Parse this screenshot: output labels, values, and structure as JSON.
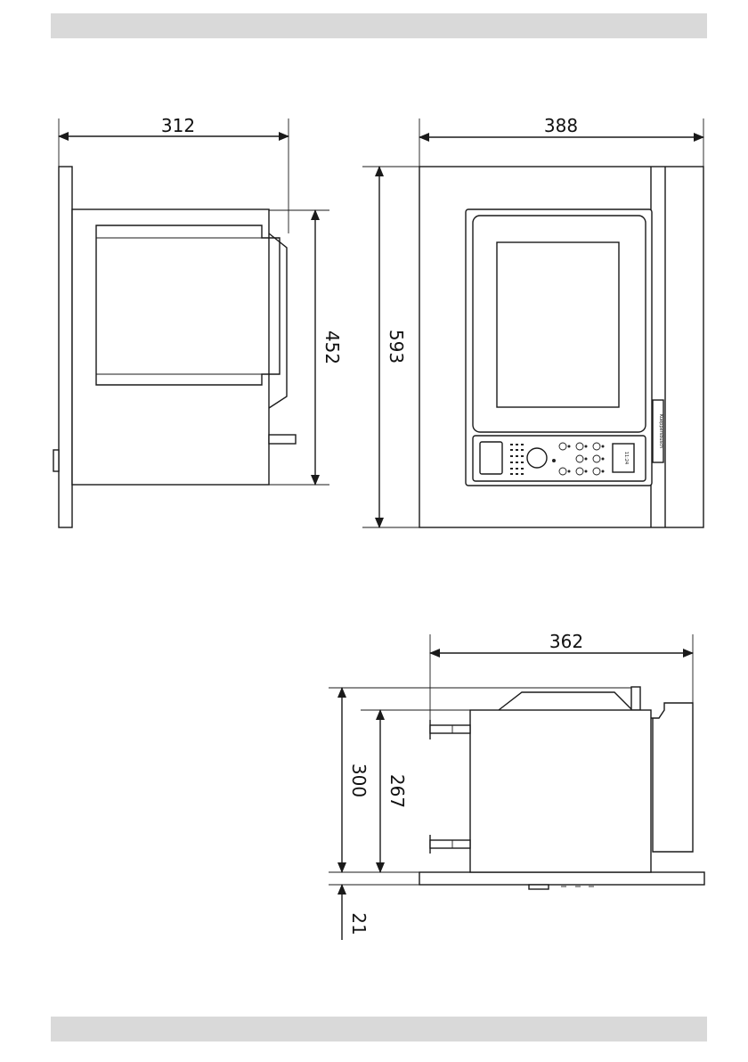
{
  "dimensions": {
    "side_width": "312",
    "side_height": "452",
    "front_width": "388",
    "front_height": "593",
    "top_width": "362",
    "top_outer_height": "300",
    "top_inner_height": "267",
    "top_offset": "21"
  },
  "brand_label": "Kueppersbusch",
  "display_label": "11:24",
  "colors": {
    "header_bar": "#d9d9d9",
    "line": "#1a1a1a"
  }
}
